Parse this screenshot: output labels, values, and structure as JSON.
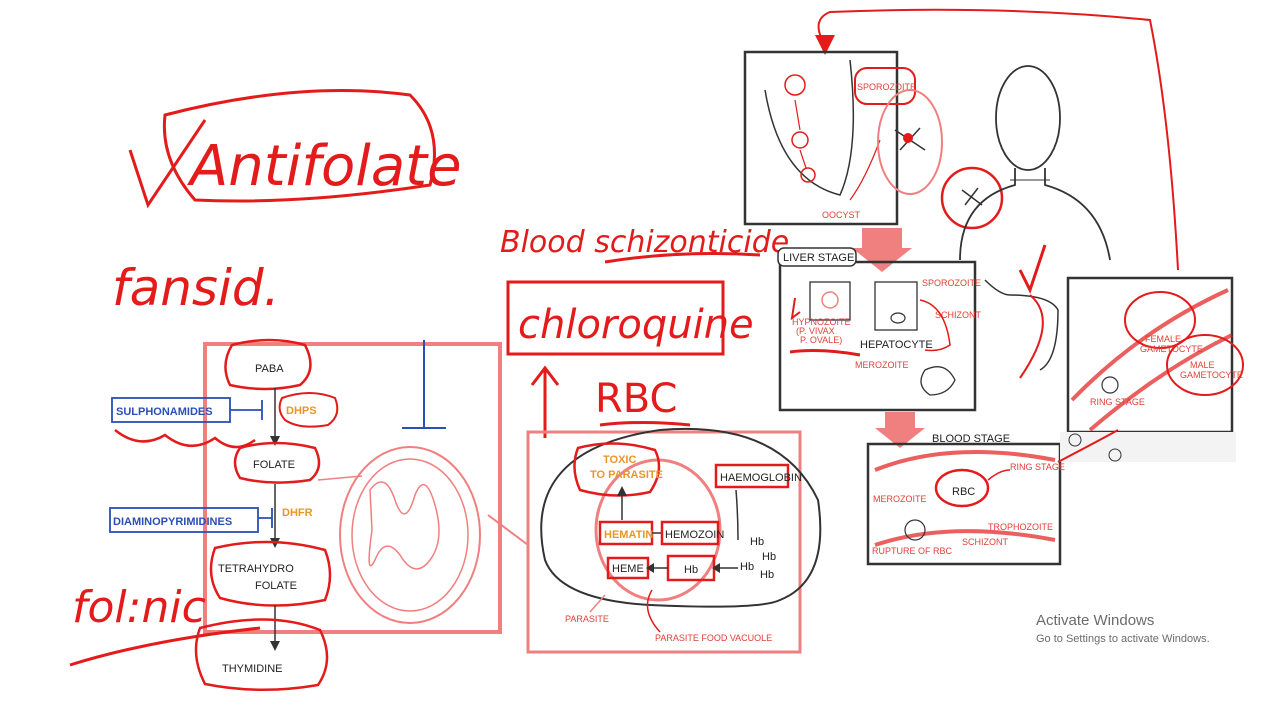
{
  "handwritten": {
    "title": "Antifolate",
    "fansidar": "fansid.",
    "folinic": "fol:nic",
    "blood_schizonticide": "Blood schizonticide",
    "chloroquine": "chloroquine",
    "rbc": "RBC"
  },
  "folate_pathway": {
    "paba": "PABA",
    "dhps": "DHPS",
    "folate": "FOLATE",
    "dhfr": "DHFR",
    "tetrahydrofolate_1": "TETRAHYDRO",
    "tetrahydrofolate_2": "FOLATE",
    "thymidine": "THYMIDINE",
    "sulphonamides": "SULPHONAMIDES",
    "diaminopyrimidines": "DIAMINOPYRIMIDINES"
  },
  "rbc_panel": {
    "toxic_1": "TOXIC",
    "toxic_2": "TO PARASITE",
    "hemoglobin": "HAEMOGLOBIN",
    "hematin": "HEMATIN",
    "hemozoin": "HEMOZOIN",
    "heme": "HEME",
    "hb": "Hb",
    "parasite": "PARASITE",
    "food_vacuole": "PARASITE FOOD VACUOLE"
  },
  "lifecycle": {
    "sporozoite": "SPOROZOITE",
    "oocyst": "OOCYST",
    "liver_stage": "LIVER STAGE",
    "hypnozoite_1": "HYPNOZOITE",
    "hypnozoite_2": "(P. VIVAX",
    "hypnozoite_3": "P. OVALE)",
    "hepatocyte": "HEPATOCYTE",
    "schizont": "SCHIZONT",
    "merozoite": "MEROZOITE",
    "blood_stage": "BLOOD STAGE",
    "rbc": "RBC",
    "ring_stage": "RING STAGE",
    "trophozoite": "TROPHOZOITE",
    "rupture": "RUPTURE OF RBC",
    "female_gametocyte_1": "FEMALE",
    "female_gametocyte_2": "GAMETOCYTE",
    "male_gametocyte_1": "MALE",
    "male_gametocyte_2": "GAMETOCYTE",
    "ring_stage_2": "RING STAGE"
  },
  "watermark": {
    "title": "Activate Windows",
    "subtitle": "Go to Settings to activate Windows."
  },
  "colors": {
    "marker_red": "#e31b1b",
    "sketch_pink": "#f08080",
    "marker_blue": "#2a4fb5",
    "label_orange": "#e8962a"
  }
}
